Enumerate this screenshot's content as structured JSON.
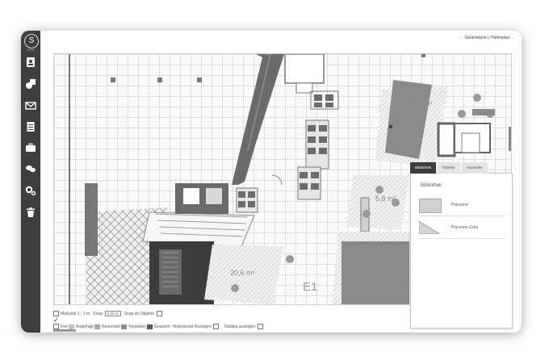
{
  "app": {
    "logo_letter": "S",
    "logo_sub": "2019"
  },
  "sidebar": {
    "items": [
      {
        "name": "contacts-icon"
      },
      {
        "name": "shapes-icon"
      },
      {
        "name": "mail-icon"
      },
      {
        "name": "document-icon"
      },
      {
        "name": "briefcase-icon"
      },
      {
        "name": "chat-icon"
      },
      {
        "name": "settings-icon"
      },
      {
        "name": "trash-icon"
      }
    ]
  },
  "header": {
    "breadcrumb": "← Geländeplan | Hallenplan →"
  },
  "plan": {
    "zones": [
      {
        "label": "36,4 m²"
      },
      {
        "label": "5,8 m²"
      },
      {
        "label": "20,6 m²"
      }
    ],
    "hall": "E1"
  },
  "panel": {
    "tabs": [
      "Bibliothek",
      "Objekte",
      "Aussteller"
    ],
    "active_tab": "Bibliothek",
    "title": "Bibliothek",
    "items": [
      {
        "label": "Planzone"
      },
      {
        "label": "Planzone Ecke"
      }
    ]
  },
  "toolbar": {
    "scale_label": "Maßstab 1 : 1 m",
    "snap_label": "Snap:",
    "snap_value": "0.25 m",
    "snap_objects_label": "Snap an Objekte:",
    "legend": [
      {
        "label": "Frei",
        "color": "#ffffff"
      },
      {
        "label": "Angefragt",
        "color": "#c2c2c2"
      },
      {
        "label": "Reserviert",
        "color": "#a8a8a8"
      },
      {
        "label": "Vergeben",
        "color": "#8c8c8c"
      },
      {
        "label": "Gesperrt",
        "color": "#5a5a5a"
      }
    ],
    "background_label": "Hintergrund Anzeigen:",
    "tooltips_label": "Tooltips anzeigen:"
  }
}
